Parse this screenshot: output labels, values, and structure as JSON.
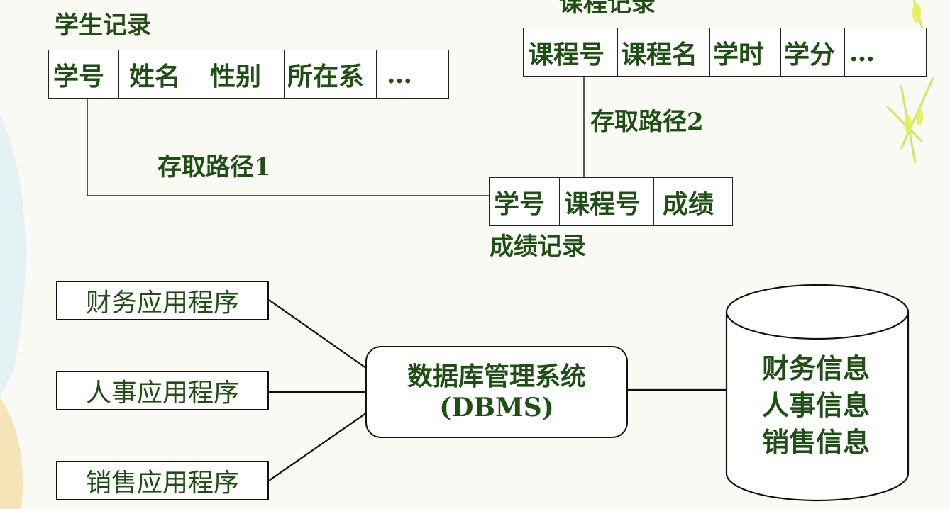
{
  "student_record": {
    "title": "学生记录",
    "fields": [
      "学号",
      "姓名",
      "性别",
      "所在系",
      "…"
    ]
  },
  "course_record": {
    "title": "课程记录",
    "fields": [
      "课程号",
      "课程名",
      "学时",
      "学分",
      "…"
    ]
  },
  "score_record": {
    "title": "成绩记录",
    "fields": [
      "学号",
      "课程号",
      "成绩"
    ]
  },
  "paths": {
    "path1": "存取路径1",
    "path2": "存取路径2"
  },
  "applications": [
    "财务应用程序",
    "人事应用程序",
    "销售应用程序"
  ],
  "dbms": {
    "line1": "数据库管理系统",
    "line2": "(DBMS)"
  },
  "database": {
    "items": [
      "财务信息",
      "人事信息",
      "销售信息"
    ]
  },
  "colors": {
    "text": "#1f4f14",
    "background": "#f9faf4",
    "decor": "#d6ea3c"
  }
}
